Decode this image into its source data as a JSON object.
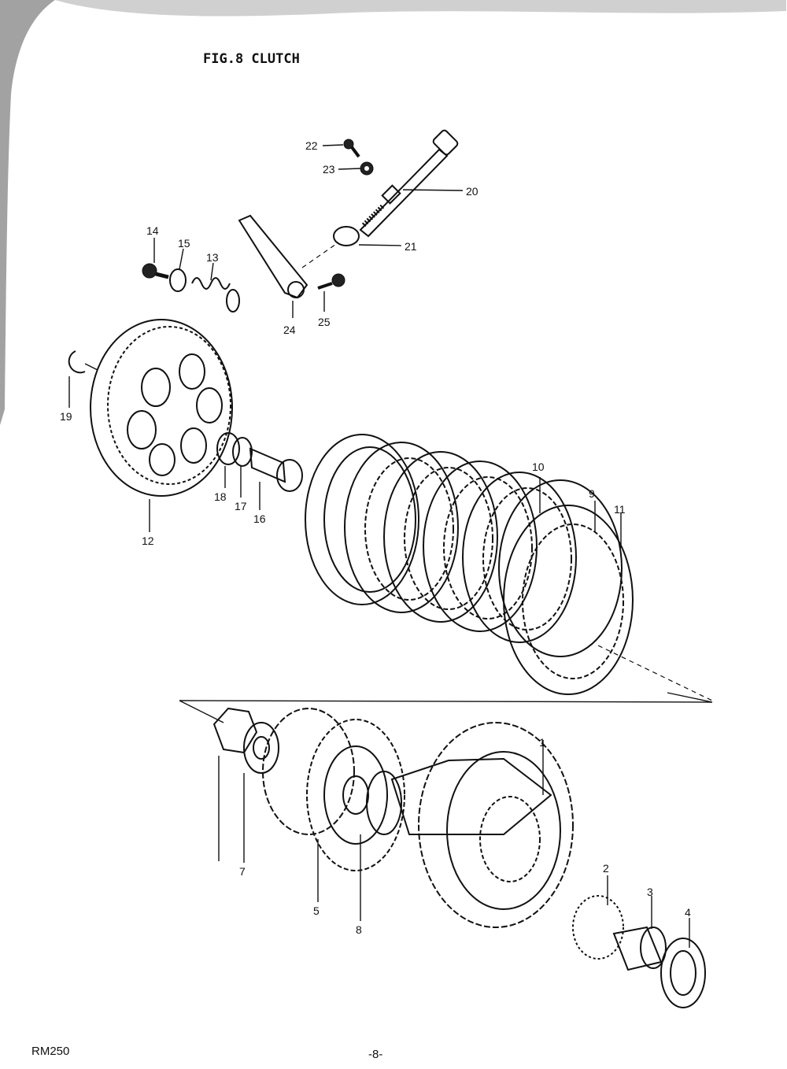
{
  "title": "FIG.8  CLUTCH",
  "footer": {
    "model": "RM250",
    "page": "-8-"
  },
  "callouts": [
    "1",
    "2",
    "3",
    "4",
    "5",
    "7",
    "8",
    "9",
    "10",
    "11",
    "12",
    "13",
    "14",
    "15",
    "16",
    "17",
    "18",
    "19",
    "20",
    "21",
    "22",
    "23",
    "24",
    "25"
  ]
}
